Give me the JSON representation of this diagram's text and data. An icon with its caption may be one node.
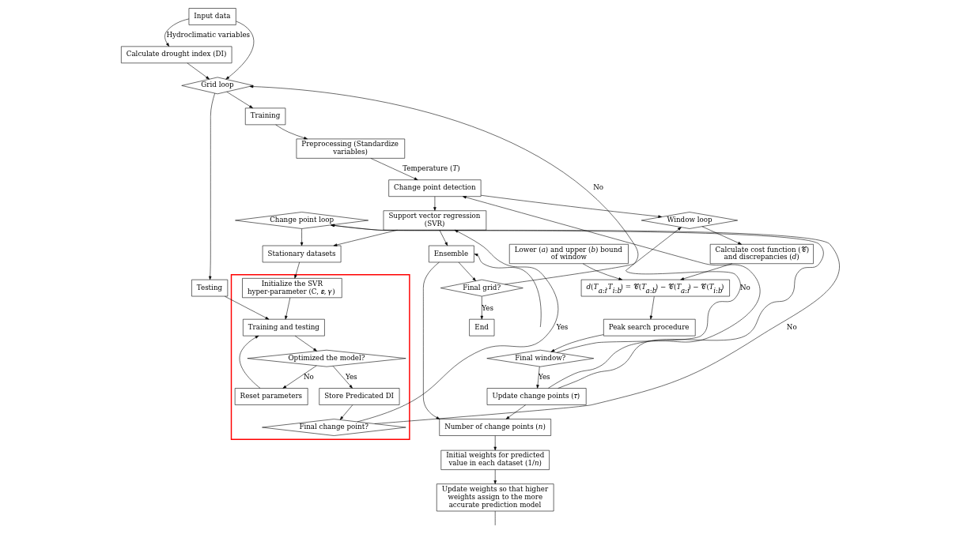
{
  "diagram": {
    "nodes": [
      {
        "text": [
          "Input data"
        ]
      },
      {
        "text": [
          "Calculate drought index (DI)"
        ]
      },
      {
        "text": [
          "Grid loop"
        ]
      },
      {
        "text": [
          "Testing"
        ]
      },
      {
        "text": [
          "Training"
        ]
      },
      {
        "text": [
          "Preprocessing (Standardize variables)"
        ]
      },
      {
        "text": [
          "Change point detection"
        ]
      },
      {
        "text": [
          "Support vector regression (SVR)"
        ]
      },
      {
        "text": [
          "Ensemble"
        ]
      },
      {
        "text": [
          "Final grid?"
        ]
      },
      {
        "text": [
          "End"
        ]
      },
      {
        "text": [
          "Window loop"
        ]
      },
      {
        "text": [
          "Lower (𝑎) and upper (𝑏) bound of window"
        ]
      },
      {
        "text": [
          "Calculate cost function (𝒞) and discrepancies (𝑑)"
        ]
      },
      {
        "text": [
          "𝑑(𝑇$_{𝑎:𝑖}$,𝑇$_{𝑖:𝑏}$) = 𝒞(𝑇$_{𝑎:𝑏}$) − 𝒞(𝑇$_{𝑎:𝑖}$) − 𝒞(𝑇$_{𝑖:𝑏}$)"
        ]
      },
      {
        "text": [
          "Peak search procedure"
        ]
      },
      {
        "text": [
          "Final window?"
        ]
      },
      {
        "text": [
          "Update change points (𝜏)"
        ]
      },
      {
        "text": [
          "Number of change points (𝑛)"
        ]
      },
      {
        "text": [
          "Initial weights for predicted value in each dataset (1/𝑛)"
        ]
      },
      {
        "text": [
          "Update weights so that higher weights assign to the more accurate prediction model"
        ]
      },
      {
        "text": [
          "Change point loop"
        ]
      },
      {
        "text": [
          "Stationary datasets"
        ]
      },
      {
        "text": [],
        "shape": "box"
      },
      {
        "text": [
          "Initialize the SVR hyper-parameter (C, 𝜀, 𝛾)"
        ],
        "in": 23
      },
      {
        "text": [
          "Reset parameters"
        ],
        "in": 23
      },
      {
        "text": [
          "Training and testing"
        ],
        "in": 23
      },
      {
        "text": [
          "Optimized the model?"
        ],
        "in": 23
      },
      {
        "text": [
          "Store Predicated DI"
        ],
        "in": 23
      },
      {
        "text": [
          "Final change point?"
        ],
        "in": 23
      }
    ],
    "edges": [
      {
        "from": 0,
        "to": 1,
        "arrow": "to",
        "label": "Hydroclimatic variables"
      },
      {
        "from": 0,
        "to": 2,
        "arrow": "to"
      },
      {
        "from": 1,
        "to": 2,
        "arrow": "to"
      },
      {
        "from": 2,
        "to": 3,
        "arrow": "to"
      },
      {
        "from": 2,
        "to": 4,
        "arrow": "to"
      },
      {
        "from": 3,
        "to": 26,
        "arrow": "to"
      },
      {
        "from": 4,
        "to": 5,
        "arrow": "to"
      },
      {
        "from": 5,
        "to": 6,
        "arrow": "to",
        "label": "Temperature (𝑇)"
      },
      {
        "from": 6,
        "to": 11,
        "arrow": "to"
      },
      {
        "from": 6,
        "to": 7,
        "arrow": "to"
      },
      {
        "from": 7,
        "to": 22,
        "arrow": "to"
      },
      {
        "from": 7,
        "to": 8,
        "arrow": "to"
      },
      {
        "from": 8,
        "to": 9,
        "arrow": "to"
      },
      {
        "from": 9,
        "to": 10,
        "arrow": "to",
        "label": "Yes"
      },
      {
        "from": 9,
        "to": 2,
        "arrow": "to",
        "label": "No"
      },
      {
        "from": 11,
        "to": 13,
        "arrow": "to"
      },
      {
        "from": 13,
        "to": 14,
        "arrow": "to"
      },
      {
        "from": 12,
        "to": 14,
        "arrow": "to"
      },
      {
        "from": 14,
        "to": 15,
        "arrow": "to"
      },
      {
        "from": 15,
        "to": 16,
        "arrow": "to"
      },
      {
        "from": 16,
        "to": 11,
        "arrow": "to",
        "label": "No"
      },
      {
        "from": 16,
        "to": 17,
        "arrow": "to",
        "label": "Yes"
      },
      {
        "from": 17,
        "to": 6,
        "arrow": "to"
      },
      {
        "from": 17,
        "to": 18,
        "arrow": "to"
      },
      {
        "from": 17,
        "to": 21,
        "arrow": "to"
      },
      {
        "from": 8,
        "to": 18,
        "arrow": "to"
      },
      {
        "from": 18,
        "to": 19,
        "arrow": "to"
      },
      {
        "from": 19,
        "to": 20,
        "arrow": "to"
      },
      {
        "from": null,
        "to": 8,
        "arrow": "to"
      },
      {
        "from": 20,
        "to": null,
        "arrow": "none"
      },
      {
        "from": 21,
        "to": 22,
        "arrow": "to"
      },
      {
        "from": 22,
        "to": 24,
        "arrow": "to"
      },
      {
        "from": 24,
        "to": 26,
        "arrow": "to"
      },
      {
        "from": 25,
        "to": 26,
        "arrow": "to"
      },
      {
        "from": 26,
        "to": 27,
        "arrow": "to"
      },
      {
        "from": 27,
        "to": 25,
        "arrow": "to",
        "label": "No"
      },
      {
        "from": 27,
        "to": 28,
        "arrow": "to",
        "label": "Yes"
      },
      {
        "from": 28,
        "to": 29,
        "arrow": "to"
      },
      {
        "from": 29,
        "to": 7,
        "arrow": "to",
        "label": "Yes"
      },
      {
        "from": 29,
        "to": 21,
        "arrow": "to",
        "label": "No"
      }
    ]
  }
}
